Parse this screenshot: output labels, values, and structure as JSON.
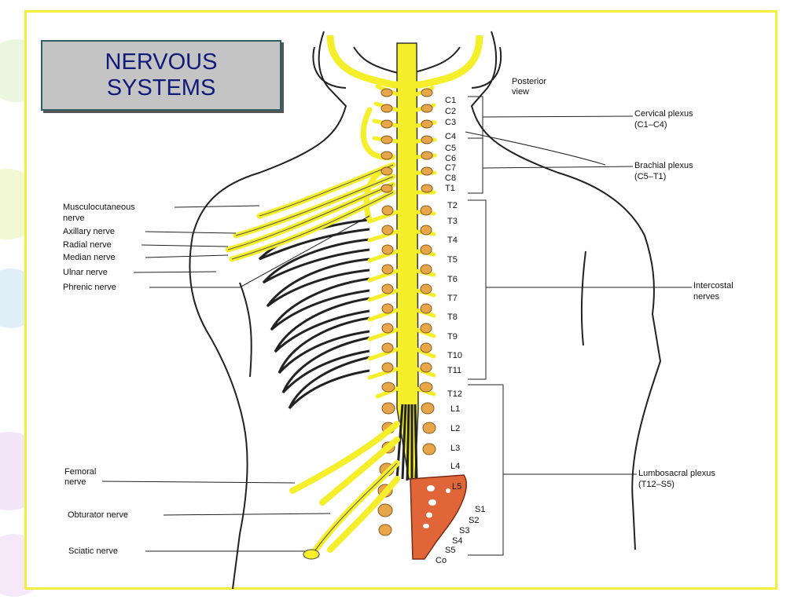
{
  "slide": {
    "title_line1": "NERVOUS",
    "title_line2": "SYSTEMS"
  },
  "view_label": [
    "Posterior",
    "view"
  ],
  "segments": {
    "cervical": [
      "C1",
      "C2",
      "C3",
      "C4",
      "C5",
      "C6",
      "C7",
      "C8"
    ],
    "thoracic": [
      "T1",
      "T2",
      "T3",
      "T4",
      "T5",
      "T6",
      "T7",
      "T8",
      "T9",
      "T10",
      "T11",
      "T12"
    ],
    "lumbar": [
      "L1",
      "L2",
      "L3",
      "L4",
      "L5"
    ],
    "sacral": [
      "S1",
      "S2",
      "S3",
      "S4",
      "S5"
    ],
    "coccygeal": "Co"
  },
  "left_labels": {
    "musculocutaneous": [
      "Musculocutaneous",
      "nerve"
    ],
    "axillary": "Axillary nerve",
    "radial": "Radial nerve",
    "median": "Median nerve",
    "ulnar": "Ulnar nerve",
    "phrenic": "Phrenic nerve",
    "femoral": [
      "Femoral",
      "nerve"
    ],
    "obturator": "Obturator nerve",
    "sciatic": "Sciatic nerve"
  },
  "right_labels": {
    "cervical_plexus": [
      "Cervical plexus",
      "(C1–C4)"
    ],
    "brachial_plexus": [
      "Brachial plexus",
      "(C5–T1)"
    ],
    "intercostal": [
      "Intercostal",
      "nerves"
    ],
    "lumbosacral_plexus": [
      "Lumbosacral plexus",
      "(T12–S5)"
    ]
  },
  "colors": {
    "frame": "#f2ee3a",
    "title_bg": "#c4c4c4",
    "title_text": "#101a7a",
    "nerve": "#f5ee2a",
    "ganglion": "#e8a64a",
    "sacrum": "#e0663a",
    "outline": "#222222"
  }
}
